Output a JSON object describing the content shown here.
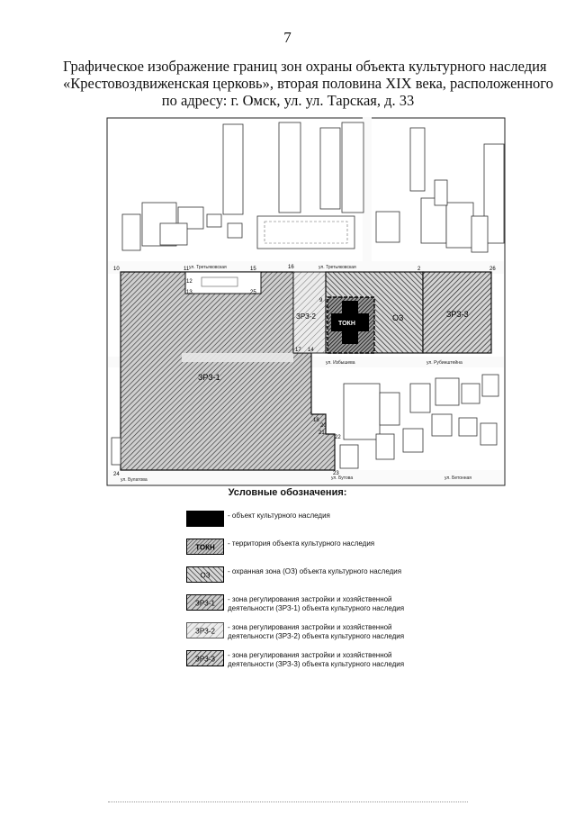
{
  "page": {
    "number": "7"
  },
  "title": {
    "line1": "Графическое изображение границ зон охраны объекта культурного наследия",
    "line2": "«Крестовоздвиженская церковь», вторая половина XIX века, расположенного",
    "line3": "по адресу: г. Омск, ул. ул. Тарская, д. 33"
  },
  "map": {
    "streets": {
      "top": "ул. Третьяковская",
      "top_right": "ул. Третьяковская",
      "middle": "ул. Избышева",
      "bottom": "ул. Бутова",
      "bottom_left": "ул. Булатова",
      "bottom_right": "ул. Бетонная",
      "right": "ул. Рубинштейна"
    },
    "zones": {
      "zrz1": "ЗРЗ-1",
      "zrz2": "ЗРЗ-2",
      "oz": "ОЗ",
      "zrz3": "ЗРЗ-3",
      "tokn": "ТОКН"
    },
    "points": {
      "p10": "10",
      "p11": "11",
      "p12": "12",
      "p13": "13",
      "p15": "15",
      "p16": "16",
      "p25": "25",
      "p2": "2",
      "p26": "26",
      "p17": "17",
      "p14": "14",
      "p18": "18",
      "p20": "20",
      "p21": "21",
      "p22": "22",
      "p23": "23",
      "p24": "24",
      "p9": "9"
    }
  },
  "legend": {
    "title": "Условные обозначения:",
    "items": [
      {
        "swatch": "",
        "text1": "- объект культурного наследия",
        "text2": ""
      },
      {
        "swatch": "ТОКН",
        "text1": "- территория объекта культурного наследия",
        "text2": ""
      },
      {
        "swatch": "ОЗ",
        "text1": "- охранная зона (ОЗ) объекта культурного наследия",
        "text2": ""
      },
      {
        "swatch": "ЗРЗ-1",
        "text1": "- зона регулирования застройки и хозяйственной",
        "text2": "деятельности (ЗРЗ-1) объекта культурного наследия"
      },
      {
        "swatch": "ЗРЗ-2",
        "text1": "- зона регулирования застройки и хозяйственной",
        "text2": "деятельности (ЗРЗ-2) объекта культурного наследия"
      },
      {
        "swatch": "ЗРЗ-3",
        "text1": "- зона регулирования застройки и хозяйственной",
        "text2": "деятельности (ЗРЗ-3) объекта культурного наследия"
      }
    ]
  }
}
